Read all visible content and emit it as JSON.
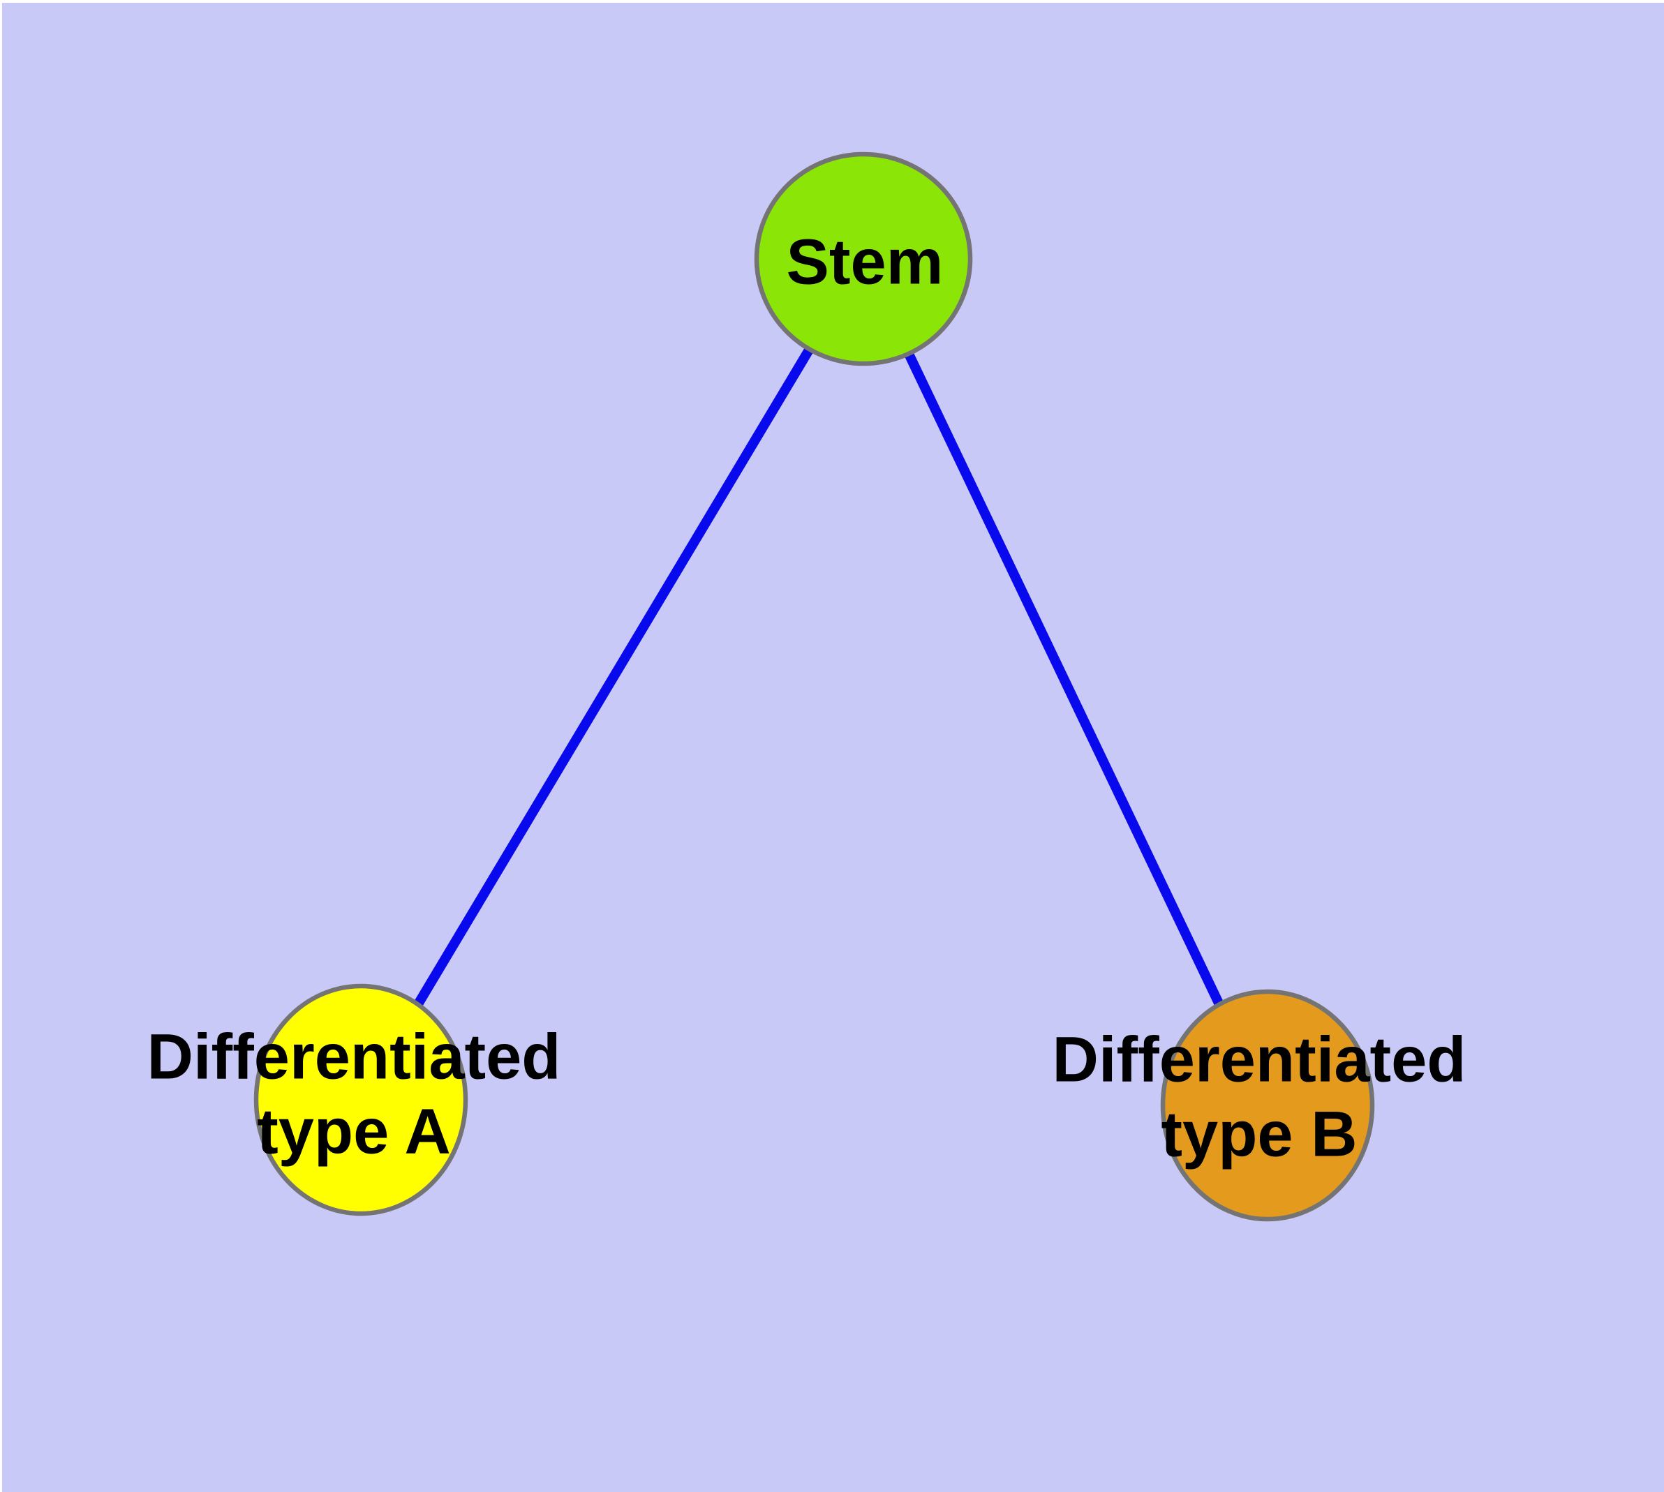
{
  "canvas": {
    "background_color": "#C9C9F7",
    "margin_color": "#FFFFFF"
  },
  "edges": {
    "color": "#0909EE",
    "items": [
      {
        "from": "stem",
        "to": "differentiated-type-a"
      },
      {
        "from": "stem",
        "to": "differentiated-type-b"
      }
    ]
  },
  "nodes": {
    "border_color": "#747474",
    "label_text_color": "#000000",
    "items": [
      {
        "id": "stem",
        "label": "Stem",
        "fill_color": "#8BE607"
      },
      {
        "id": "differentiated-type-a",
        "label": "Differentiated\ntype A",
        "fill_color": "#FFFF00"
      },
      {
        "id": "differentiated-type-b",
        "label": "Differentiated\ntype B",
        "fill_color": "#E49A1D"
      }
    ]
  }
}
